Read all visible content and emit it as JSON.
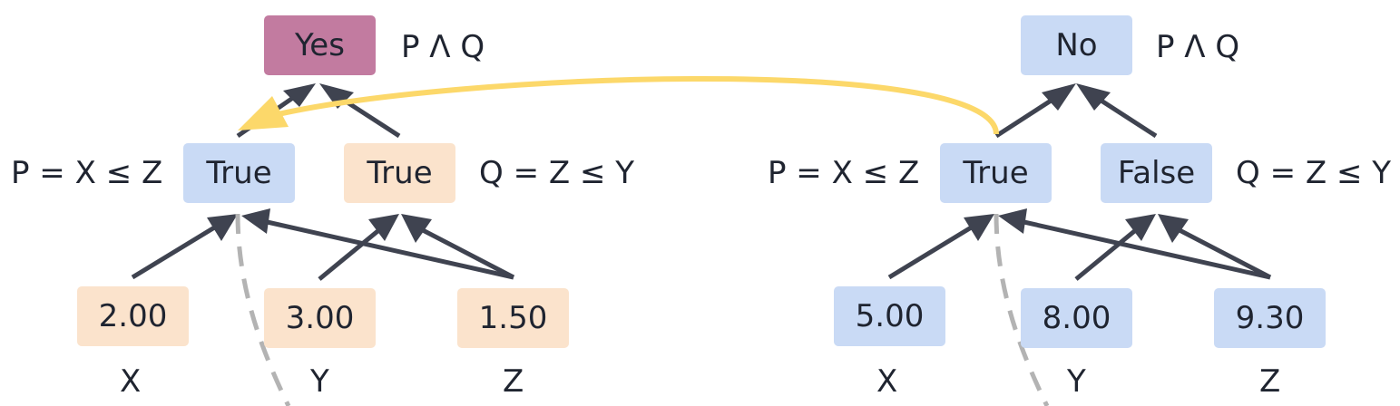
{
  "colors": {
    "blue": "#c9daf5",
    "orange": "#fbe3cc",
    "pink": "#c27ba0",
    "arrow": "#3f4350",
    "dashed": "#b3b3b3",
    "highlight": "#fcd86a"
  },
  "left_tree": {
    "root": {
      "value": "Yes",
      "formula": "P Λ Q"
    },
    "p_node": {
      "value": "True",
      "formula": "P = X ≤ Z"
    },
    "q_node": {
      "value": "True",
      "formula": "Q = Z ≤ Y"
    },
    "inputs": [
      {
        "value": "2.00",
        "name": "X"
      },
      {
        "value": "3.00",
        "name": "Y"
      },
      {
        "value": "1.50",
        "name": "Z"
      }
    ]
  },
  "right_tree": {
    "root": {
      "value": "No",
      "formula": "P Λ Q"
    },
    "p_node": {
      "value": "True",
      "formula": "P = X ≤ Z"
    },
    "q_node": {
      "value": "False",
      "formula": "Q = Z ≤ Y"
    },
    "inputs": [
      {
        "value": "5.00",
        "name": "X"
      },
      {
        "value": "8.00",
        "name": "Y"
      },
      {
        "value": "9.30",
        "name": "Z"
      }
    ]
  }
}
